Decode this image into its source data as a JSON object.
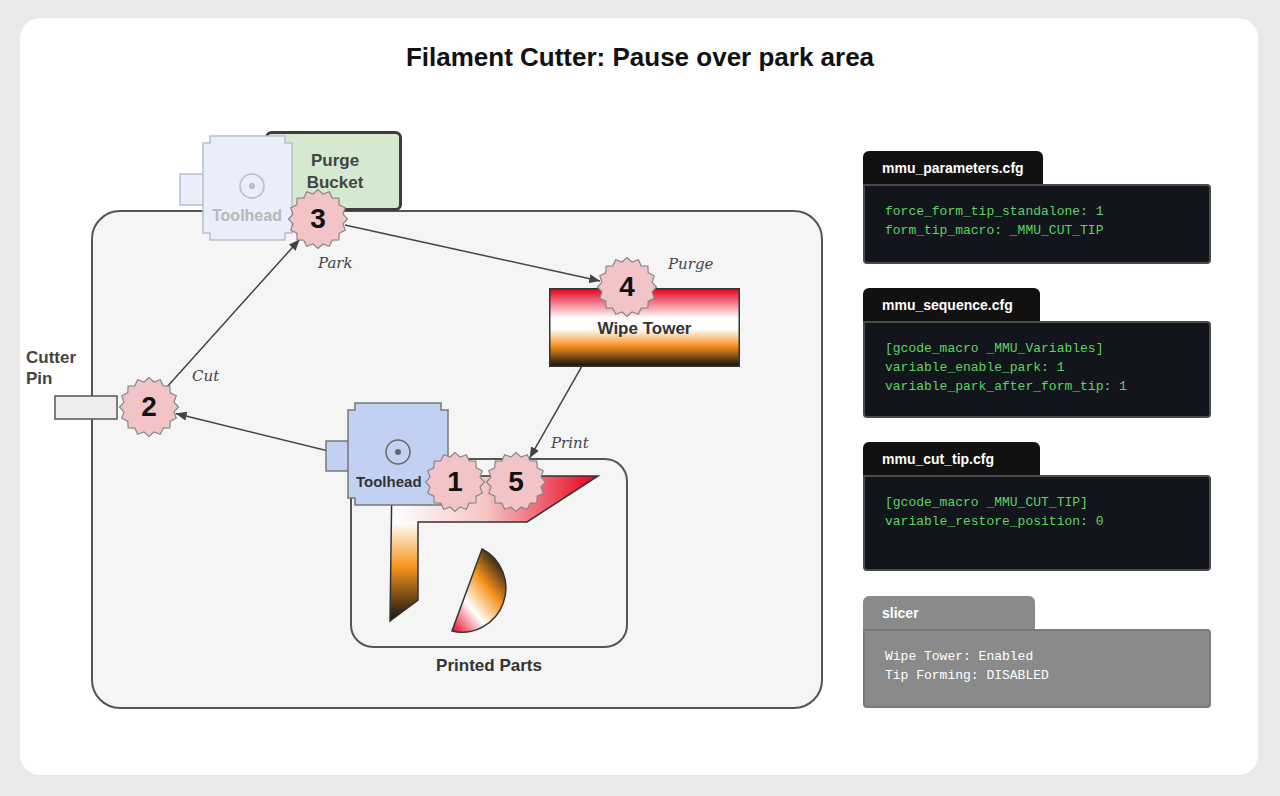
{
  "diagram": {
    "title": "Filament Cutter: Pause over park area",
    "nodes": [
      {
        "text": [
          "Purge Bucket"
        ]
      },
      {
        "text": [
          "Toolhead"
        ]
      },
      {
        "text": [
          "3"
        ]
      },
      {
        "text": [
          "Cutter Pin"
        ]
      },
      {
        "text": [
          "2"
        ]
      },
      {
        "text": [
          "Wipe Tower"
        ]
      },
      {
        "text": [
          "4"
        ]
      },
      {
        "text": [
          "Toolhead"
        ]
      },
      {
        "text": [
          "1"
        ]
      },
      {
        "text": [
          "5"
        ]
      },
      {
        "text": [
          "Printed Parts"
        ]
      },
      {
        "text": [
          "mmu_parameters.cfg",
          "force_form_tip_standalone: 1",
          "form_tip_macro: _MMU_CUT_TIP"
        ]
      },
      {
        "text": [
          "mmu_sequence.cfg",
          "[gcode_macro _MMU_Variables]",
          "variable_enable_park: 1",
          "variable_park_after_form_tip: 1"
        ]
      },
      {
        "text": [
          "mmu_cut_tip.cfg",
          "[gcode_macro _MMU_CUT_TIP]",
          "variable_restore_position: 0"
        ]
      },
      {
        "text": [
          "slicer",
          "Wipe Tower: Enabled",
          "Tip Forming: DISABLED"
        ]
      }
    ],
    "edges": [
      {
        "from": 8,
        "to": 4,
        "arrow": "to"
      },
      {
        "from": 4,
        "to": 2,
        "arrow": "to"
      },
      {
        "from": 2,
        "to": 6,
        "arrow": "to"
      },
      {
        "from": 6,
        "to": 9,
        "arrow": "to"
      }
    ],
    "labels": [
      "Park",
      "Purge",
      "Cut",
      "Print"
    ]
  }
}
